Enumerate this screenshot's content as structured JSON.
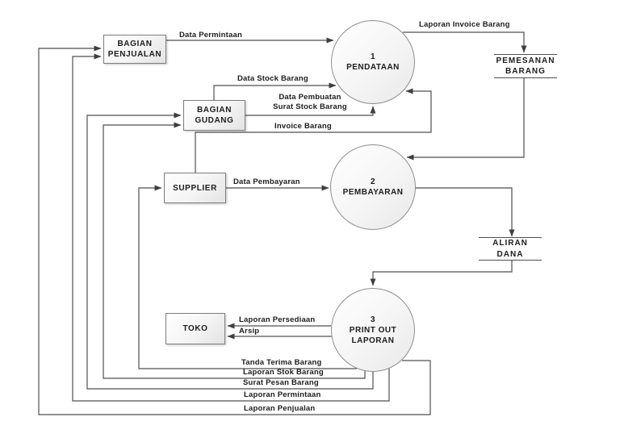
{
  "diagram": {
    "entities": {
      "bagian_penjualan": {
        "line1": "BAGIAN",
        "line2": "PENJUALAN"
      },
      "bagian_gudang": {
        "line1": "BAGIAN",
        "line2": "GUDANG"
      },
      "supplier": {
        "label": "SUPPLIER"
      },
      "toko": {
        "label": "TOKO"
      }
    },
    "processes": {
      "p1": {
        "number": "1",
        "name": "PENDATAAN"
      },
      "p2": {
        "number": "2",
        "name": "PEMBAYARAN"
      },
      "p3": {
        "number": "3",
        "name_line1": "PRINT OUT",
        "name_line2": "LAPORAN"
      }
    },
    "stores": {
      "pemesanan_barang": {
        "line1": "PEMESANAN",
        "line2": "BARANG"
      },
      "aliran_dana": {
        "label": "ALIRAN DANA"
      }
    },
    "flows": {
      "data_permintaan": "Data Permintaan",
      "laporan_invoice_barang": "Laporan Invoice Barang",
      "data_stock_barang": "Data Stock Barang",
      "data_pembuatan_line1": "Data Pembuatan",
      "data_pembuatan_line2": "Surat Stock Barang",
      "invoice_barang": "Invoice Barang",
      "data_pembayaran": "Data Pembayaran",
      "laporan_persediaan": "Laporan Persediaan",
      "arsip": "Arsip",
      "tanda_terima_barang": "Tanda Terima Barang",
      "laporan_stok_barang": "Laporan Stok Barang",
      "surat_pesan_barang": "Surat Pesan Barang",
      "laporan_permintaan": "Laporan Permintaan",
      "laporan_penjualan": "Laporan Penjualan"
    },
    "colors": {
      "connector": "#4f4f4f",
      "shape_border": "#7d7d7d",
      "shape_fill_light": "#ffffff",
      "shape_fill_dark": "#e3e3e3",
      "text": "#1c1c1c",
      "background": "#ffffff"
    }
  }
}
